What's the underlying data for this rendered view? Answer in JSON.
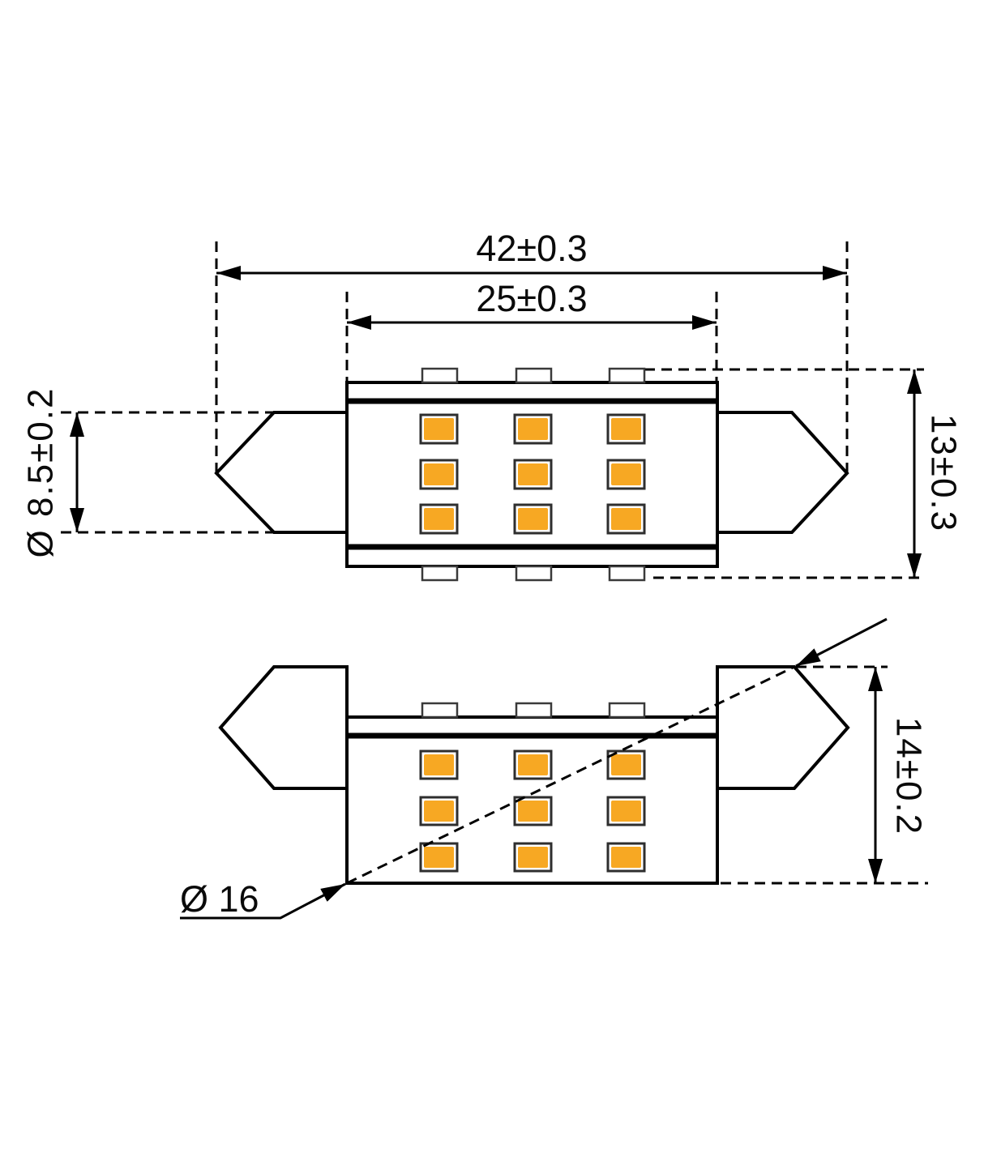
{
  "dims": {
    "overall_length": "42±0.3",
    "led_board_length": "25±0.3",
    "end_cap_diameter": "Ø 8.5±0.2",
    "body_height": "13±0.3",
    "overall_height": "14±0.2",
    "circumscribed_diameter": "Ø 16"
  },
  "colors": {
    "led": "#F7A823",
    "line": "#000000",
    "background": "#FFFFFF"
  },
  "led_grid": {
    "rows": 3,
    "columns": 3,
    "leds_per_view": 9
  },
  "tabs_per_row": 3
}
